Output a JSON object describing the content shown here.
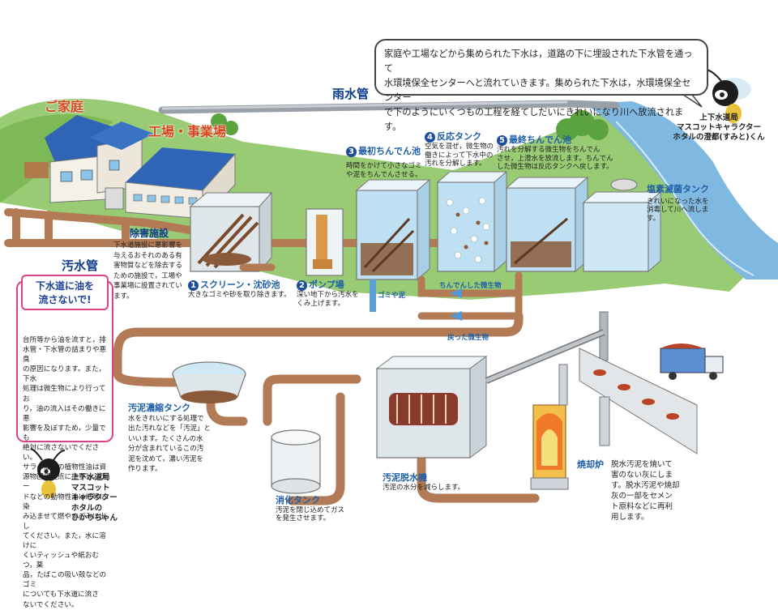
{
  "intro": {
    "line1": "家庭や工場などから集められた下水は，道路の下に埋設された下水管を通って",
    "line2": "水環境保全センターへと流れていきます。集められた下水は，水環境保全センター",
    "line3": "で下のようにいくつもの工程を経てしだいにきれいになり川へ放流されます。"
  },
  "mascot_top": {
    "line1": "上下水道局",
    "line2": "マスコットキャラクター",
    "line3": "ホタルの澄都(すみと)くん"
  },
  "mascot_bottom": {
    "line1": "上下水道局",
    "line2": "マスコット",
    "line3": "キャラクター",
    "line4": "ホタルの",
    "line5": "ひかりちゃん"
  },
  "labels": {
    "home": "ご家庭",
    "factory": "工場・事業場",
    "rain_pipe": "雨水管",
    "sewer_pipe": "汚水管",
    "pretreatment": "除害施設"
  },
  "pretreatment_desc": {
    "l1": "下水道施設に悪影響を",
    "l2": "与えるおそれのある有",
    "l3": "害物質などを除去する",
    "l4": "ための施設で，工場や",
    "l5": "事業場に設置されてい",
    "l6": "ます。"
  },
  "warning": {
    "title1": "下水道に油を",
    "title2": "流さないで!",
    "l1": "台所等から油を流すと，排",
    "l2": "水管・下水管の詰まりや悪臭",
    "l3": "の原因になります。また，下水",
    "l4": "処理は微生物により行ってお",
    "l5": "り，油の流入はその働きに悪",
    "l6": "影響を及ぼすため，少量でも",
    "l7": "絶対に流さないでください。",
    "l8": "サラダ油等の植物性油は資",
    "l9": "源物回収拠点に持参し，ラー",
    "l10": "ドなどの動物性油は紙等に染",
    "l11": "み込ませて燃やすごみに出し",
    "l12": "てください。また，水に溶けに",
    "l13": "くいティッシュや紙おむつ，薬",
    "l14": "品，たばこの吸い殻などのゴミ",
    "l15": "についても下水道に流さ",
    "l16": "ないでください。"
  },
  "steps": [
    {
      "num": "1",
      "name": "スクリーン・沈砂池",
      "d1": "大きなゴミや砂を取り除きます。",
      "d2": ""
    },
    {
      "num": "2",
      "name": "ポンプ場",
      "d1": "深い地下から汚水を",
      "d2": "くみ上げます。"
    },
    {
      "num": "3",
      "name": "最初ちんでん池",
      "d1": "時間をかけて小さなゴミ",
      "d2": "や泥をちんでんさせる。"
    },
    {
      "num": "4",
      "name": "反応タンク",
      "d1": "空気を混ぜ，微生物の",
      "d2": "働きによって下水中の",
      "d3": "汚れを分解します。"
    },
    {
      "num": "5",
      "name": "最終ちんでん池",
      "d1": "汚れを分解する微生物をちんでん",
      "d2": "させ，上澄水を放流します。ちんでん",
      "d3": "した微生物は反応タンクへ戻します。"
    }
  ],
  "disinfection": {
    "name": "塩素滅菌タンク",
    "d1": "きれいになった水を",
    "d2": "消毒して川へ流しま",
    "d3": "す。"
  },
  "sludge_labels": {
    "settled": "ちんでんした微生物",
    "returned": "戻った微生物",
    "grit": "ゴミや泥"
  },
  "thickener": {
    "name": "汚泥濃縮タンク",
    "d1": "水をきれいにする処理で",
    "d2": "出た汚れなどを「汚泥」と",
    "d3": "いいます。たくさんの水",
    "d4": "分が含まれているこの汚",
    "d5": "泥を沈めて，濃い汚泥を",
    "d6": "作ります。"
  },
  "digester": {
    "name": "消化タンク",
    "d1": "汚泥を閉じ込めてガス",
    "d2": "を発生させます。"
  },
  "dewatering": {
    "name": "汚泥脱水機",
    "d1": "汚泥の水分を減らします。"
  },
  "incinerator": {
    "name": "焼却炉",
    "d1": "脱水汚泥を焼いて",
    "d2": "害のない灰にしま",
    "d3": "す。脱水汚泥や焼却",
    "d4": "灰の一部をセメン",
    "d5": "ト原料などに再利",
    "d6": "用します。"
  },
  "colors": {
    "pipe": "#b27a55",
    "pipe_dark": "#8a5a3a",
    "water": "#bfe0f2",
    "river": "#7fb8e0",
    "grass": "#86c25b",
    "red_label": "#d6451b",
    "blue_label": "#1f5fa8",
    "pink_border": "#d94488"
  }
}
